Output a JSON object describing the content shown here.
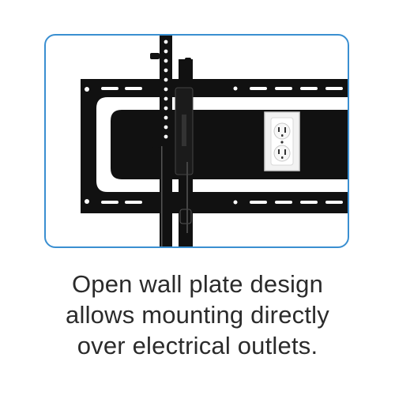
{
  "illustration": {
    "subject": "tv-wall-mount-illustration",
    "frame_color": "#3a8fd1",
    "mount_color": "#111111",
    "outlet_color": "#f2f2f2"
  },
  "caption": {
    "line1": "Open wall plate design",
    "line2": "allows mounting directly",
    "line3": "over electrical outlets."
  }
}
